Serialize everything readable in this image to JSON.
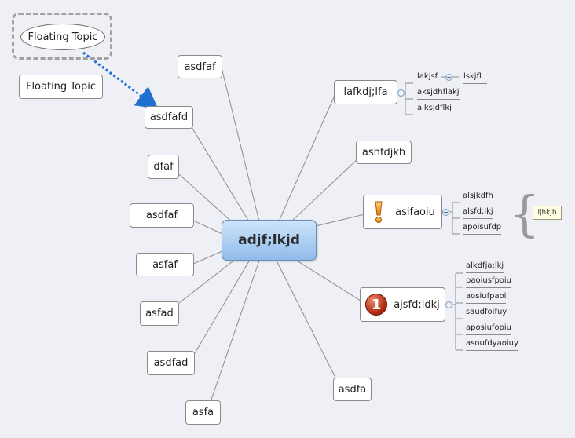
{
  "central": {
    "label": "adjf;lkjd"
  },
  "floating_topics": [
    {
      "label": "Floating Topic"
    },
    {
      "label": "Floating Topic"
    }
  ],
  "left_topics": [
    {
      "label": "asdfaf"
    },
    {
      "label": "asdfafd"
    },
    {
      "label": "dfaf"
    },
    {
      "label": "asdfaf"
    },
    {
      "label": "asfaf"
    },
    {
      "label": "asfad"
    },
    {
      "label": "asdfad"
    },
    {
      "label": "asfa"
    }
  ],
  "right_topics": [
    {
      "label": "lafkdj;lfa",
      "subtopics": [
        "lakjsf",
        "lskjfl",
        "aksjdhflakj",
        "alksjdflkj"
      ]
    },
    {
      "label": "ashfdjkh"
    },
    {
      "label": "asifaoiu",
      "icon": "exclamation-icon",
      "subtopics": [
        "alsjkdfh",
        "alsfd;lkj",
        "apoisufdp"
      ]
    },
    {
      "label": "ajsfd;ldkj",
      "icon": "priority-1-icon",
      "subtopics": [
        "alkdfja;lkj",
        "paoiusfpoiu",
        "aosiufpaoi",
        "saudfoifuy",
        "aposiufopiu",
        "asoufdyaoiuy"
      ]
    },
    {
      "label": "asdfa"
    }
  ],
  "summary": {
    "label": "ljhkjh",
    "brace": "{"
  },
  "colors": {
    "central_top": "#cfe4fb",
    "central_bottom": "#8fbcea",
    "relationship": "#1f6fcf",
    "line": "#8c8c8c"
  }
}
